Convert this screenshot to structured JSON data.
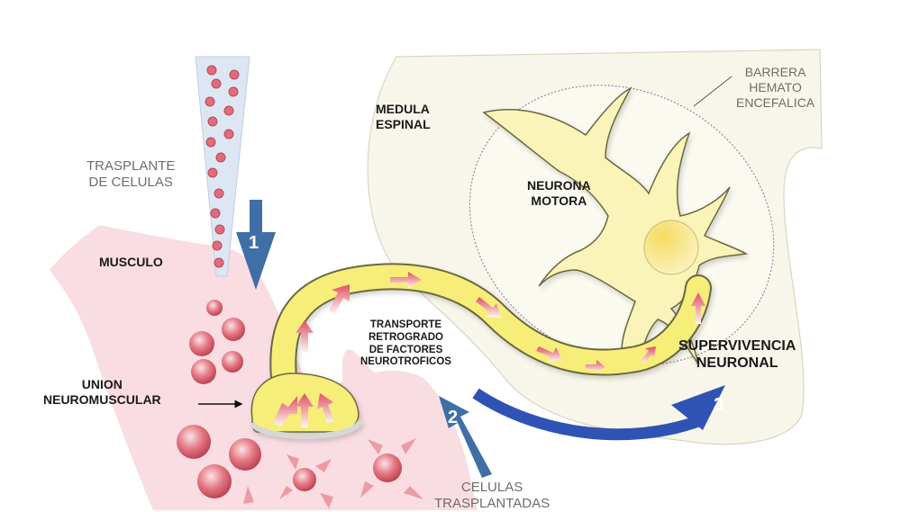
{
  "labels": {
    "transplant": [
      "TRASPLANTE",
      "DE CELULAS"
    ],
    "muscle": "MUSCULO",
    "nmj": [
      "UNION",
      "NEUROMUSCULAR"
    ],
    "spinal_cord": [
      "MEDULA",
      "ESPINAL"
    ],
    "bbb": [
      "BARRERA",
      "HEMATO",
      "ENCEFALICA"
    ],
    "motor_neuron": [
      "NEURONA",
      "MOTORA"
    ],
    "transport": [
      "TRANSPORTE",
      "RETROGRADO",
      "DE FACTORES",
      "NEUROTROFICOS"
    ],
    "survival": [
      "SUPERVIVENCIA",
      "NEURONAL"
    ],
    "transplanted_cells": [
      "CELULAS",
      "TRASPLANTADAS"
    ]
  },
  "steps": [
    "1",
    "2",
    "3"
  ],
  "colors": {
    "muscle": "#f9dde2",
    "spinal": "#f8f6ea",
    "neuron": "#fbf4b8",
    "axon": "#f7ee7a",
    "arrow_blue": "#3f6fa6",
    "arrow_blue_bright": "#2f53b5",
    "cell": "#d9505f",
    "pipette": "#dde7f3"
  }
}
